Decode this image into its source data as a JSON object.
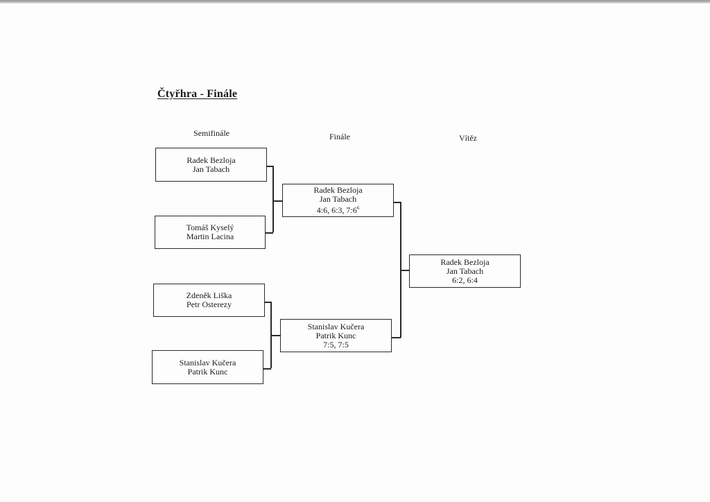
{
  "document": {
    "title": "Čtyřhra - Finále"
  },
  "columns": {
    "semifinal": "Semifinále",
    "final": "Finále",
    "winner": "Vítěz"
  },
  "semifinal_matches": [
    {
      "player1": "Radek Bezloja",
      "player2": "Jan Tabach"
    },
    {
      "player1": "Tomáš Kyselý",
      "player2": "Martin Lacina"
    },
    {
      "player1": "Zdeněk Liška",
      "player2": "Petr Osterezy"
    },
    {
      "player1": "Stanislav Kučera",
      "player2": "Patrik Kunc"
    }
  ],
  "final_matches": [
    {
      "player1": "Radek Bezloja",
      "player2": "Jan Tabach",
      "score": "4:6, 6:3, 7:6",
      "tiebreak": "6"
    },
    {
      "player1": "Stanislav Kučera",
      "player2": "Patrik Kunc",
      "score": "7:5, 7:5",
      "tiebreak": ""
    }
  ],
  "winner": {
    "player1": "Radek Bezloja",
    "player2": "Jan Tabach",
    "score": "6:2, 6:4"
  }
}
